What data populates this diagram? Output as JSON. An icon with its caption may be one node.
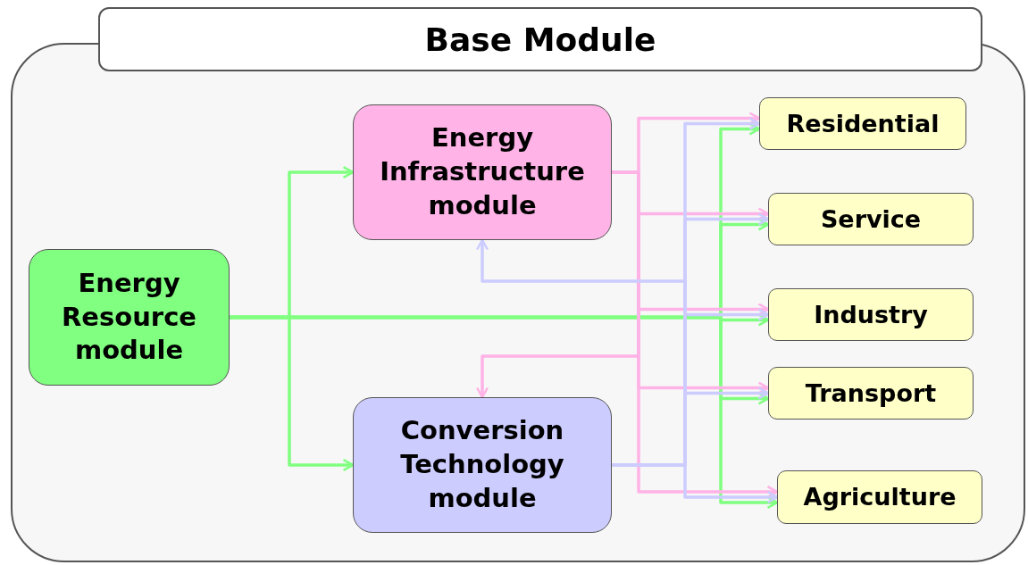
{
  "diagram": {
    "nodes": [
      {
        "text": [
          "Base Module"
        ]
      },
      {
        "text": [
          "Energy Resource module"
        ],
        "in": 0
      },
      {
        "text": [
          "Energy Infrastructure module"
        ],
        "in": 0
      },
      {
        "text": [
          "Conversion Technology module"
        ],
        "in": 0
      },
      {
        "text": [
          "Residential"
        ],
        "in": 0
      },
      {
        "text": [
          "Service"
        ],
        "in": 0
      },
      {
        "text": [
          "Industry"
        ],
        "in": 0
      },
      {
        "text": [
          "Transport"
        ],
        "in": 0
      },
      {
        "text": [
          "Agriculture"
        ],
        "in": 0
      }
    ],
    "edges": [
      {
        "from": 1,
        "to": 2,
        "arrow": "to",
        "color": "#80ff80"
      },
      {
        "from": 1,
        "to": 3,
        "arrow": "to",
        "color": "#80ff80"
      },
      {
        "from": 1,
        "to": 4,
        "arrow": "to",
        "color": "#80ff80"
      },
      {
        "from": 1,
        "to": 5,
        "arrow": "to",
        "color": "#80ff80"
      },
      {
        "from": 1,
        "to": 6,
        "arrow": "to",
        "color": "#80ff80"
      },
      {
        "from": 1,
        "to": 7,
        "arrow": "to",
        "color": "#80ff80"
      },
      {
        "from": 1,
        "to": 8,
        "arrow": "to",
        "color": "#80ff80"
      },
      {
        "from": 2,
        "to": 3,
        "arrow": "to",
        "color": "#ffb3e6"
      },
      {
        "from": 2,
        "to": 4,
        "arrow": "to",
        "color": "#ffb3e6"
      },
      {
        "from": 2,
        "to": 5,
        "arrow": "to",
        "color": "#ffb3e6"
      },
      {
        "from": 2,
        "to": 6,
        "arrow": "to",
        "color": "#ffb3e6"
      },
      {
        "from": 2,
        "to": 7,
        "arrow": "to",
        "color": "#ffb3e6"
      },
      {
        "from": 2,
        "to": 8,
        "arrow": "to",
        "color": "#ffb3e6"
      },
      {
        "from": 3,
        "to": 2,
        "arrow": "to",
        "color": "#ccccff"
      },
      {
        "from": 3,
        "to": 4,
        "arrow": "to",
        "color": "#ccccff"
      },
      {
        "from": 3,
        "to": 5,
        "arrow": "to",
        "color": "#ccccff"
      },
      {
        "from": 3,
        "to": 6,
        "arrow": "to",
        "color": "#ccccff"
      },
      {
        "from": 3,
        "to": 7,
        "arrow": "to",
        "color": "#ccccff"
      },
      {
        "from": 3,
        "to": 8,
        "arrow": "to",
        "color": "#ccccff"
      }
    ]
  }
}
